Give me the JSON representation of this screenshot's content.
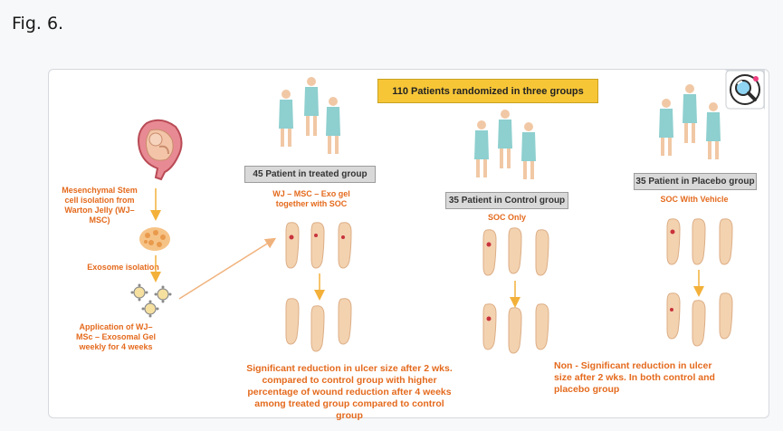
{
  "figure": {
    "label": "Fig. 6."
  },
  "icons": {
    "zoom": "magnifier-icon"
  },
  "colors": {
    "title_fill": "#f7c637",
    "text_orange": "#e46a1d",
    "gown": "#8ecfcf",
    "foot": "#f3d2b0",
    "ulcer": "#c8323c",
    "arrow": "#f3b13a"
  },
  "diagram": {
    "title": "110 Patients randomized in three groups",
    "left_flow": {
      "step1": "Mesenchymal Stem cell isolation from Warton Jelly (WJ–MSC)",
      "step2": "Exosome isolation",
      "step3": "Application of WJ– MSc – Exosomal Gel weekly for 4 weeks"
    },
    "groups": {
      "treated": {
        "label": "45 Patient in treated group",
        "treatment": "WJ – MSC – Exo gel together with SOC"
      },
      "control": {
        "label": "35 Patient in Control group",
        "treatment": "SOC Only"
      },
      "placebo": {
        "label": "35 Patient in Placebo group",
        "treatment": "SOC With Vehicle"
      }
    },
    "results": {
      "treated": "Significant reduction in ulcer size after 2 wks. compared to control group with higher percentage of wound reduction after 4 weeks among treated group  compared to control group",
      "control_placebo": "Non - Significant reduction in ulcer size after 2 wks. In both control and placebo group"
    }
  }
}
